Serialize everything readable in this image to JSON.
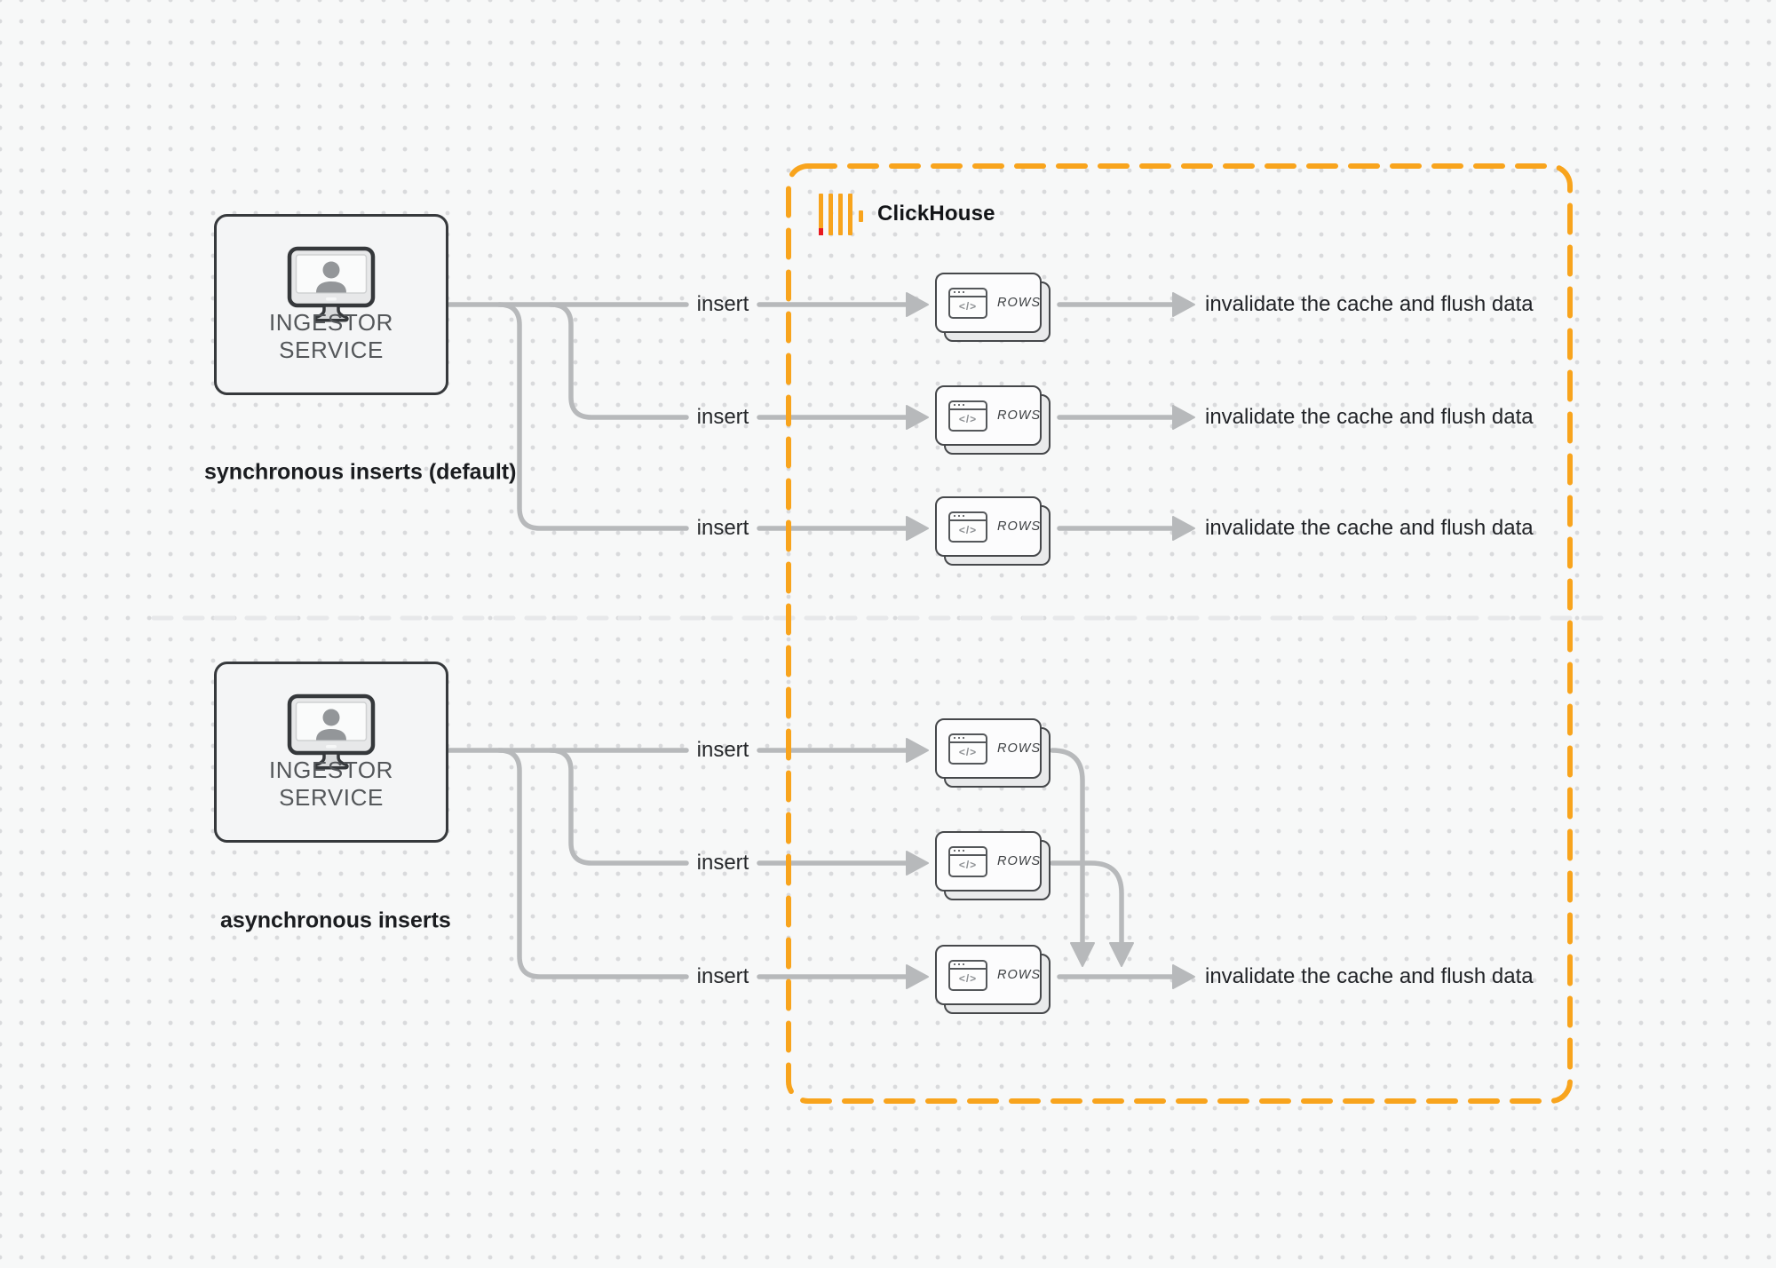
{
  "diagram": {
    "sync": {
      "caption": "synchronous inserts (default)",
      "ingestor": "INGESTOR SERVICE",
      "rows": [
        {
          "insert": "insert",
          "card": "ROWS",
          "result": "invalidate the cache and flush data"
        },
        {
          "insert": "insert",
          "card": "ROWS",
          "result": "invalidate the cache and flush data"
        },
        {
          "insert": "insert",
          "card": "ROWS",
          "result": "invalidate the cache and flush data"
        }
      ]
    },
    "async": {
      "caption": "asynchronous inserts",
      "ingestor": "INGESTOR SERVICE",
      "rows": [
        {
          "insert": "insert",
          "card": "ROWS"
        },
        {
          "insert": "insert",
          "card": "ROWS"
        },
        {
          "insert": "insert",
          "card": "ROWS"
        }
      ],
      "result": "invalidate the cache and flush data"
    },
    "clickhouse": {
      "brand": "ClickHouse"
    },
    "card_glyph": "</>"
  },
  "colors": {
    "accent_orange": "#F8A41D",
    "logo_red": "#E8191F",
    "connector_gray": "#b7b9bb",
    "divider_gray": "#e7e8ea",
    "box_border": "#36393c",
    "text_dark": "#1b1d20"
  }
}
